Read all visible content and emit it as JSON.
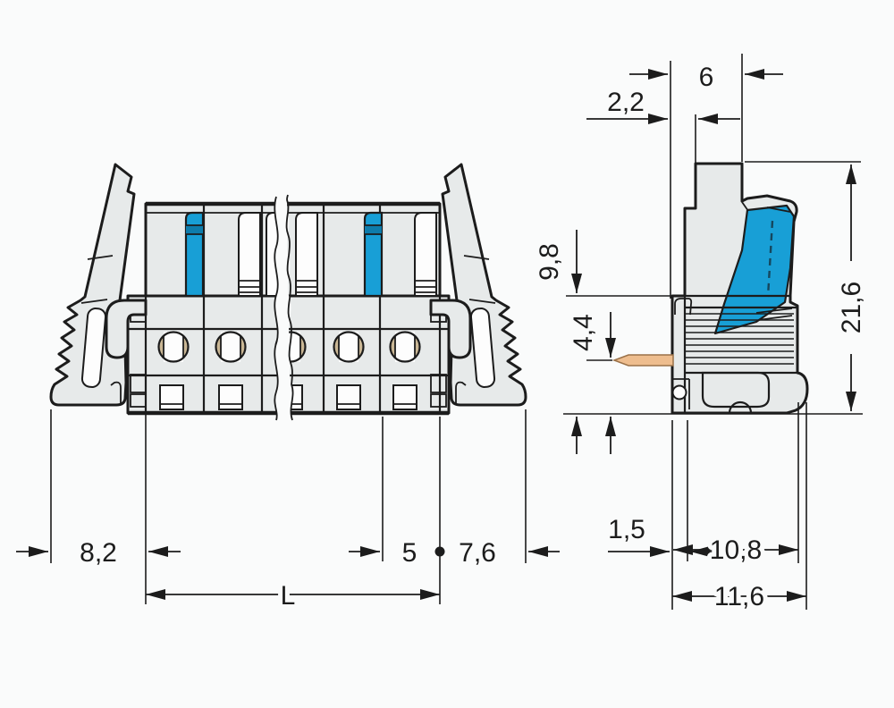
{
  "drawing": {
    "type": "connector-technical-dimension-drawing",
    "views": {
      "front": {
        "name": "front-view-multi-pole-connector",
        "dimensions": {
          "clip_overhang": "8,2",
          "total_length": "L",
          "pole_pitch": "5",
          "end_width": "7,6"
        }
      },
      "side": {
        "name": "side-view-connector-profile",
        "dimensions": {
          "front_recess": "2,2",
          "top_width": "6",
          "upper_height": "9,8",
          "pin_offset": "4,4",
          "total_height": "21,6",
          "flange_thickness": "1,5",
          "depth": "10,8",
          "total_depth": "11,6"
        }
      }
    },
    "colors": {
      "outline": "#1c1c1c",
      "body_fill": "#e7eaea",
      "slot_fill": "#fdfdfd",
      "lever_blue": "#189fd6",
      "lever_blue_dark": "#0e7cab",
      "pin_tan": "#eebd8e",
      "contact_tan": "#cab795",
      "background": "#fafbfb"
    }
  }
}
